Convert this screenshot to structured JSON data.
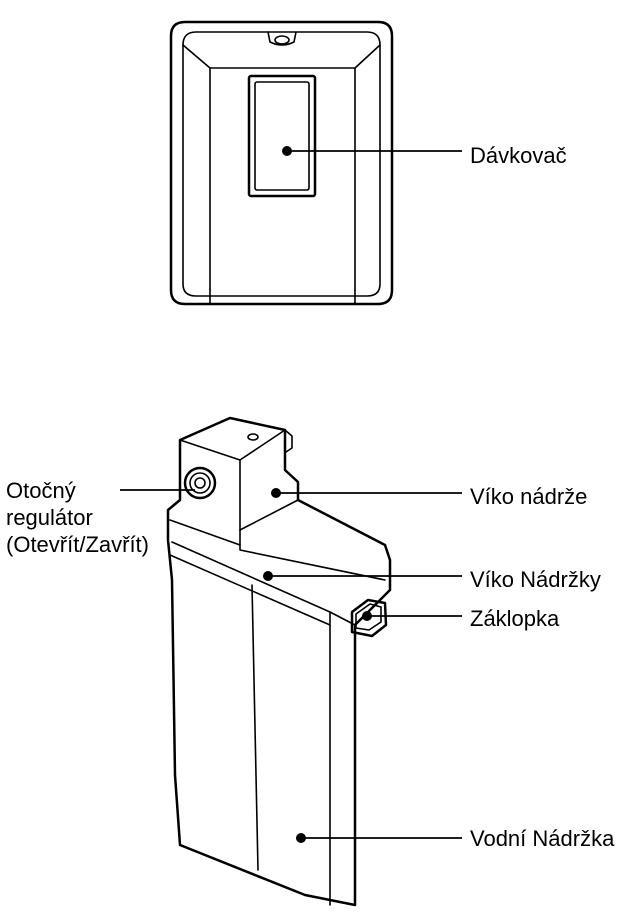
{
  "labels": {
    "dispenser": "Dávkovač",
    "tank_lid_1": "Víko nádrže",
    "tank_lid_2": "Víko Nádržky",
    "latch": "Záklopka",
    "water_tank": "Vodní Nádržka",
    "rotary_knob": [
      "Otočný",
      "regulátor",
      "(Otevřít/Zavřít)"
    ]
  }
}
